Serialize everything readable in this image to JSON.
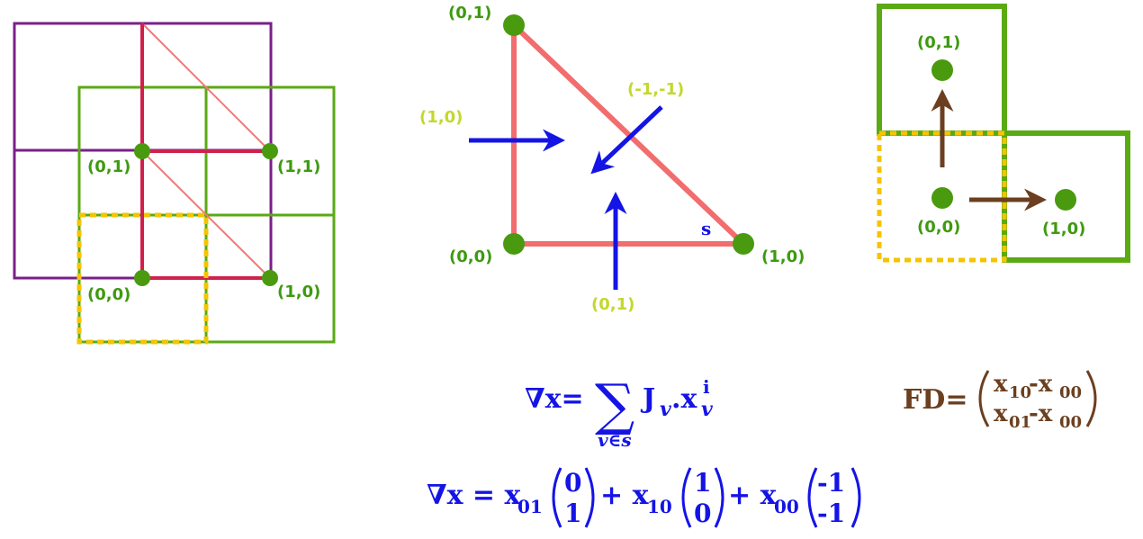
{
  "colors": {
    "purple": "#7a1f8a",
    "green_grid": "#5aaa14",
    "node_green": "#4a9a10",
    "label_green": "#3e9a10",
    "label_yellowgreen": "#c3d82c",
    "red_thick": "#d0214d",
    "red_thin": "#f07a7a",
    "triangle": "#f26d6d",
    "yellow_dashed": "#f5c400",
    "blue": "#1414e6",
    "brown": "#6b3f1f"
  },
  "left_panel": {
    "labels": {
      "n01": "(0,1)",
      "n11": "(1,1)",
      "n00": "(0,0)",
      "n10": "(1,0)"
    }
  },
  "middle_panel": {
    "vertex_labels": {
      "v01": "(0,1)",
      "v00": "(0,0)",
      "v10": "(1,0)"
    },
    "normal_labels": {
      "left": "(1,0)",
      "hyp": "(-1,-1)",
      "bottom": "(0,1)"
    },
    "s_label": "s"
  },
  "right_panel": {
    "labels": {
      "n01": "(0,1)",
      "n00": "(0,0)",
      "n10": "(1,0)"
    }
  },
  "equations": {
    "grad_lhs": "∇x=",
    "sum_symbol": "∑",
    "sum_sub": "v∈s",
    "sum_term_J": "J",
    "sum_term_sub_v": "v",
    "sum_term_dot": ".x",
    "sum_term_sup_i": "i",
    "fd_lhs": "FD=",
    "fd_top": "x",
    "fd_top_sub1": "10",
    "fd_top_mid": "-x",
    "fd_top_sub2": "00",
    "fd_bottom": "x",
    "fd_bottom_sub1": "01",
    "fd_bottom_mid": "-x",
    "fd_bottom_sub2": "00",
    "grad2_lhs": "∇x = x",
    "grad2_sub1": "01",
    "vec1_top": "0",
    "vec1_bot": "1",
    "plus1": "+ x",
    "grad2_sub2": "10",
    "vec2_top": "1",
    "vec2_bot": "0",
    "plus2": "+ x",
    "grad2_sub3": "00",
    "vec3_top": "-1",
    "vec3_bot": "-1"
  }
}
